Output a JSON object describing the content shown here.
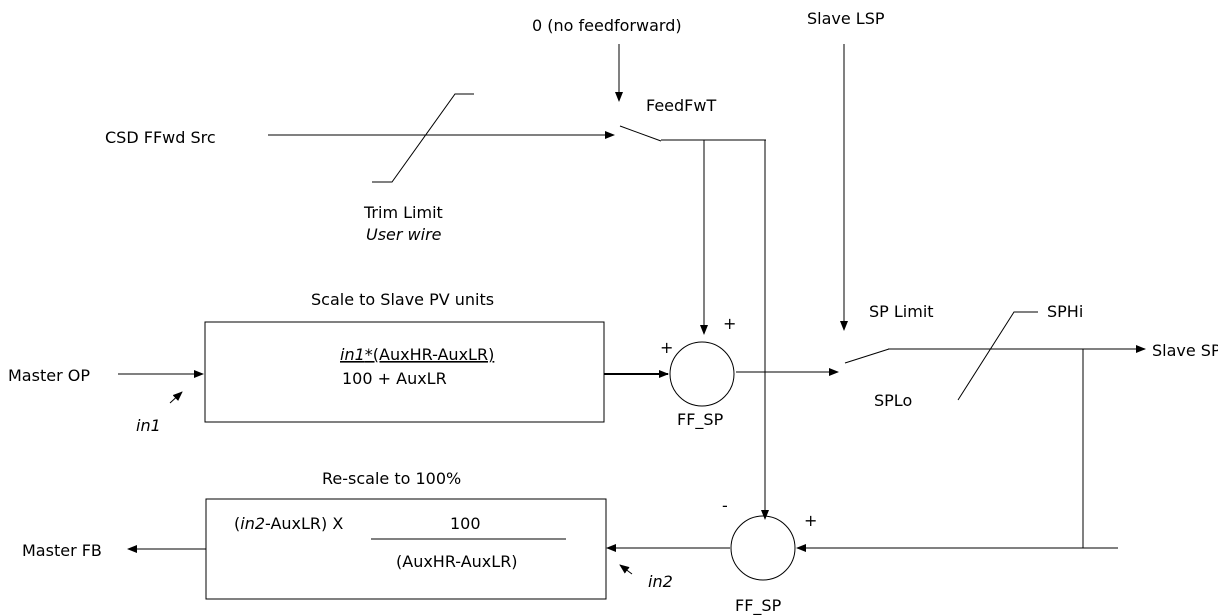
{
  "labels": {
    "no_feedforward": "0 (no feedforward)",
    "slave_lsp": "Slave LSP",
    "feedfwt": "FeedFwT",
    "csd_ffwd_src": "CSD FFwd Src",
    "trim_limit": "Trim Limit",
    "user_wire": "User wire",
    "scale_title": "Scale to Slave PV units",
    "sp_limit": "SP Limit",
    "sphi": "SPHi",
    "master_op": "Master OP",
    "in1": "in1",
    "slave_sp": "Slave SP",
    "splo": "SPLo",
    "ff_sp_top": "FF_SP",
    "rescale_title": "Re-scale to 100%",
    "master_fb": "Master FB",
    "in2": "in2",
    "ff_sp_bottom": "FF_SP",
    "plus_top_right": "+",
    "plus_top_left": "+",
    "minus_bottom_left": "-",
    "plus_bottom_right": "+"
  },
  "scale_block": {
    "numerator_var": "in1",
    "numerator_rest": "*(AuxHR-AuxLR)",
    "denominator": "100 + AuxLR"
  },
  "rescale_block": {
    "paren_open": "(",
    "var": "in2",
    "rest": "-AuxLR)  X",
    "numerator": "100",
    "denominator": "(AuxHR-AuxLR)"
  }
}
